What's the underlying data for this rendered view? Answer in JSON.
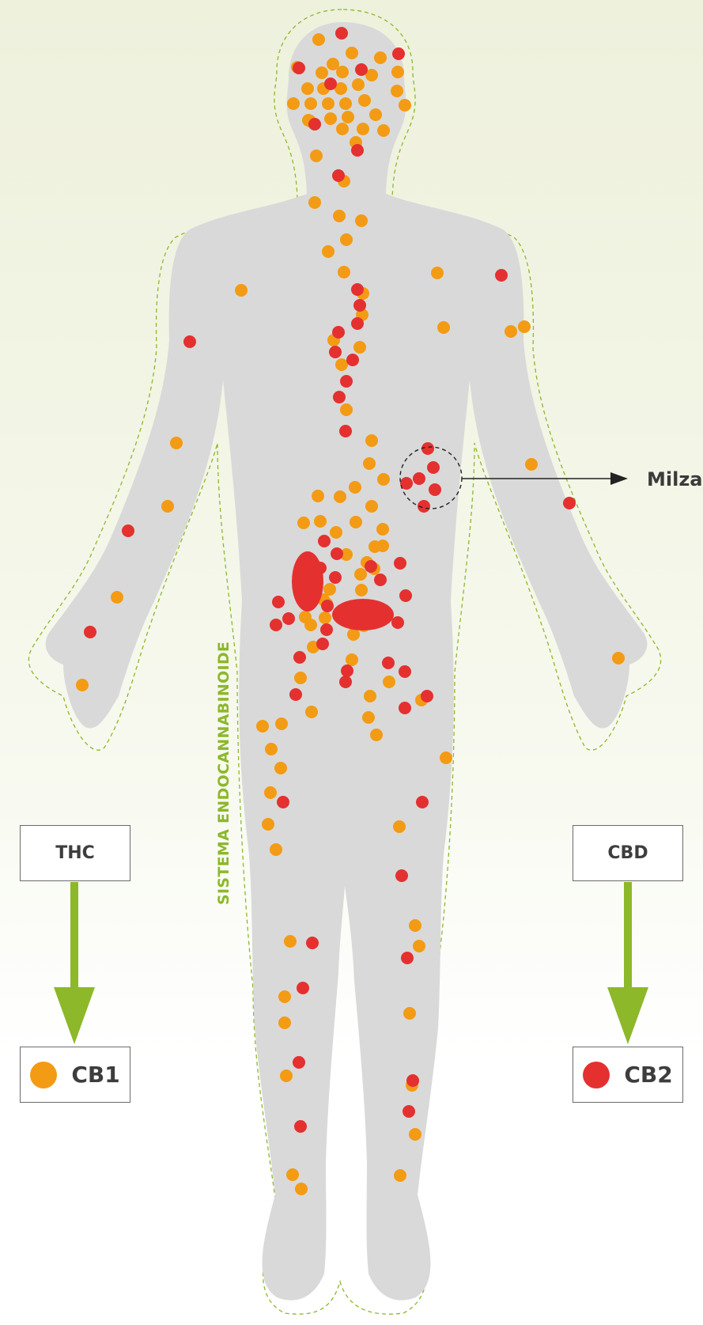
{
  "labels": {
    "system": "SISTEMA ENDOCANNABINOIDE",
    "spleen": "Milza"
  },
  "left_column": {
    "source": "THC",
    "receptor": "CB1"
  },
  "right_column": {
    "source": "CBD",
    "receptor": "CB2"
  },
  "colors": {
    "cb1": "#f39b14",
    "cb2": "#e53030",
    "body": "#d9d9d9",
    "arrow": "#8cb82a",
    "outline": "#8cb82a"
  }
}
